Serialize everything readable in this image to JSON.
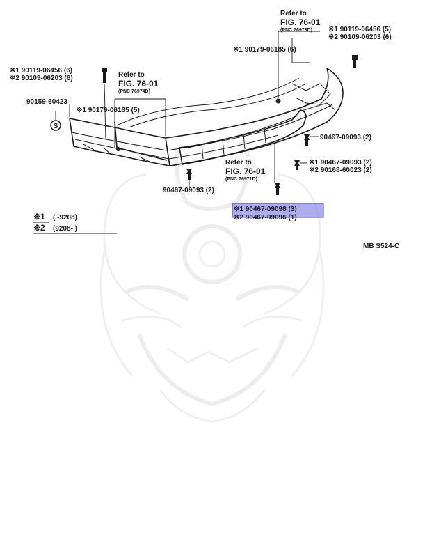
{
  "diagram": {
    "code": "MB S524-C",
    "refs": [
      {
        "line1": "Refer to",
        "line2": "FIG. 76-01",
        "pnc": "(PNC 76973D)"
      },
      {
        "line1": "Refer to",
        "line2": "FIG. 76-01",
        "pnc": "(PNC 76974D)"
      },
      {
        "line1": "Refer to",
        "line2": "FIG. 76-01",
        "pnc": "(PNC 76971D)"
      }
    ],
    "parts": {
      "top_right_1": "※1 90119-06456 (5)",
      "top_right_2": "※2 90109-06203 (6)",
      "top_center": "※1 90179-06185 (6)",
      "left_1": "※1 90119-06456 (6)",
      "left_2": "※2 90109-06203 (6)",
      "left_3": "90159-60423",
      "left_4": "※1 90179-06185 (5)",
      "right_1": "90467-09093 (2)",
      "right_2": "※1 90467-09093 (2)",
      "right_3": "※2 90168-60023 (2)",
      "bottom_left": "90467-09093 (2)",
      "bottom_1": "※1 90467-09098 (3)",
      "bottom_2": "※2 90467-09096 (1)"
    },
    "legend": {
      "k1": "※1",
      "v1": "(        -9208)",
      "k2": "※2",
      "v2": "(9208-        )"
    },
    "washer_symbol": "S",
    "highlight_color": "#6a6adf"
  }
}
